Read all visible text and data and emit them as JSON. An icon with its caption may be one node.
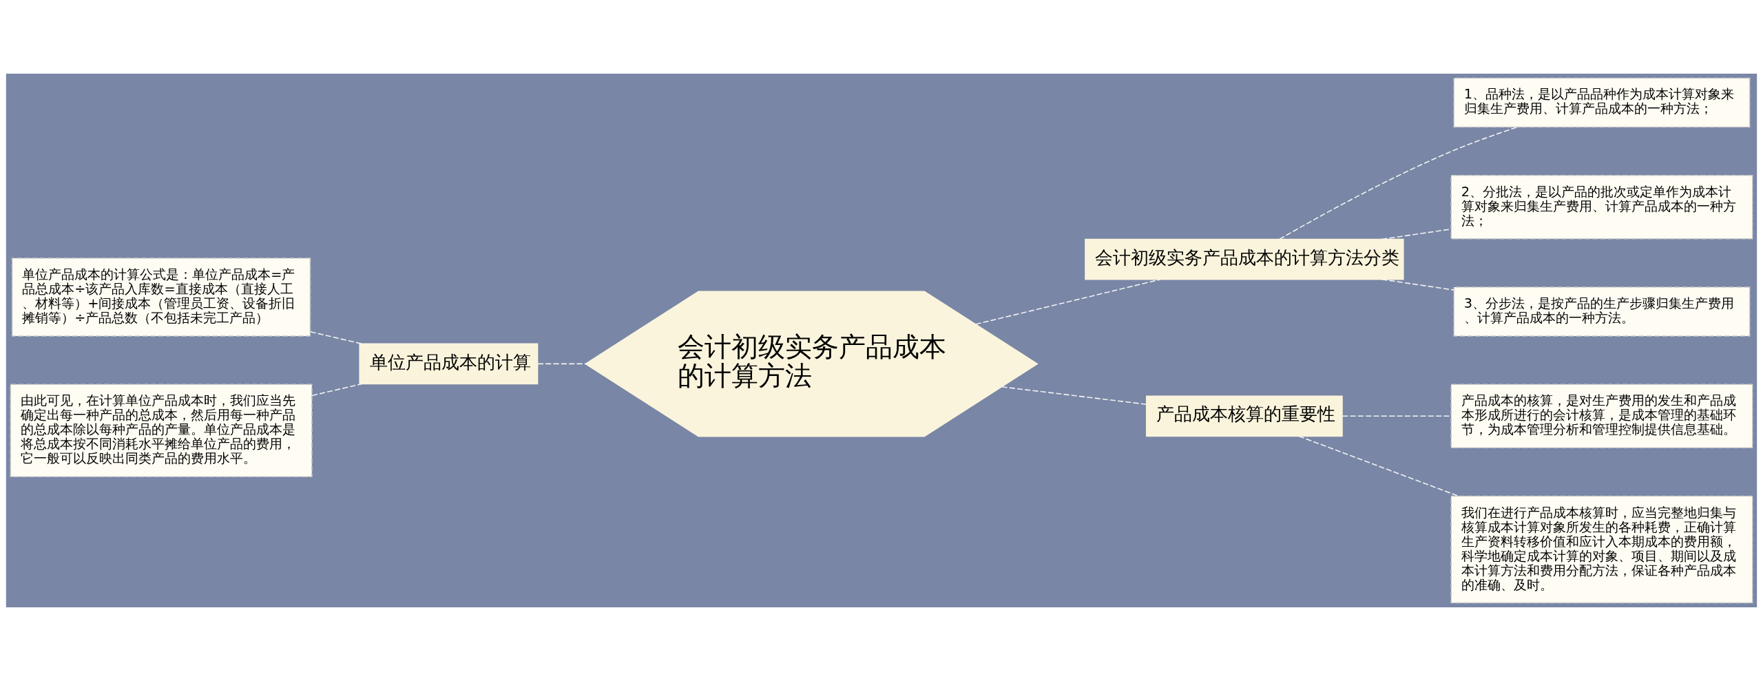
{
  "diagram": {
    "nodes": [
      {
        "text": [
          "会计初级实务产品成本的计算方法"
        ]
      },
      {
        "text": [
          "单位产品成本的计算"
        ]
      },
      {
        "text": [
          "单位产品成本的计算公式是：单位产品成本=产品总成本÷该产品入库数=直接成本（直接人工、材料等）+间接成本（管理员工资、设备折旧摊销等）÷产品总数（不包括未完工产品）"
        ]
      },
      {
        "text": [
          "由此可见，在计算单位产品成本时，我们应当先确定出每一种产品的总成本，然后用每一种产品的总成本除以每种产品的产量。单位产品成本是将总成本按不同消耗水平摊给单位产品的费用，它一般可以反映出同类产品的费用水平。"
        ]
      },
      {
        "text": [
          "会计初级实务产品成本的计算方法分类"
        ]
      },
      {
        "text": [
          "1、品种法，是以产品品种作为成本计算对象来归集生产费用、计算产品成本的一种方法；"
        ]
      },
      {
        "text": [
          "2、分批法，是以产品的批次或定单作为成本计算对象来归集生产费用、计算产品成本的一种方法；"
        ]
      },
      {
        "text": [
          "3、分步法，是按产品的生产步骤归集生产费用、计算产品成本的一种方法。"
        ]
      },
      {
        "text": [
          "产品成本核算的重要性"
        ]
      },
      {
        "text": [
          "产品成本的核算，是对生产费用的发生和产品成本形成所进行的会计核算，是成本管理的基础环节，为成本管理分析和管理控制提供信息基础。"
        ]
      },
      {
        "text": [
          "我们在进行产品成本核算时，应当完整地归集与核算成本计算对象所发生的各种耗费，正确计算生产资料转移价值和应计入本期成本的费用额，科学地确定成本计算的对象、项目、期间以及成本计算方法和费用分配方法，保证各种产品成本的准确、及时。"
        ]
      }
    ],
    "edges": [
      {
        "from": 0,
        "to": 1,
        "arrow": "none",
        "style": "dashed"
      },
      {
        "from": 1,
        "to": 2,
        "arrow": "none",
        "style": "dashed"
      },
      {
        "from": 1,
        "to": 3,
        "arrow": "none",
        "style": "dashed"
      },
      {
        "from": 0,
        "to": 4,
        "arrow": "none",
        "style": "dashed"
      },
      {
        "from": 4,
        "to": 5,
        "arrow": "none",
        "style": "dashed"
      },
      {
        "from": 4,
        "to": 6,
        "arrow": "none",
        "style": "dashed"
      },
      {
        "from": 4,
        "to": 7,
        "arrow": "none",
        "style": "dashed"
      },
      {
        "from": 0,
        "to": 8,
        "arrow": "none",
        "style": "dashed"
      },
      {
        "from": 8,
        "to": 9,
        "arrow": "none",
        "style": "dashed"
      },
      {
        "from": 8,
        "to": 10,
        "arrow": "none",
        "style": "dashed"
      }
    ]
  }
}
